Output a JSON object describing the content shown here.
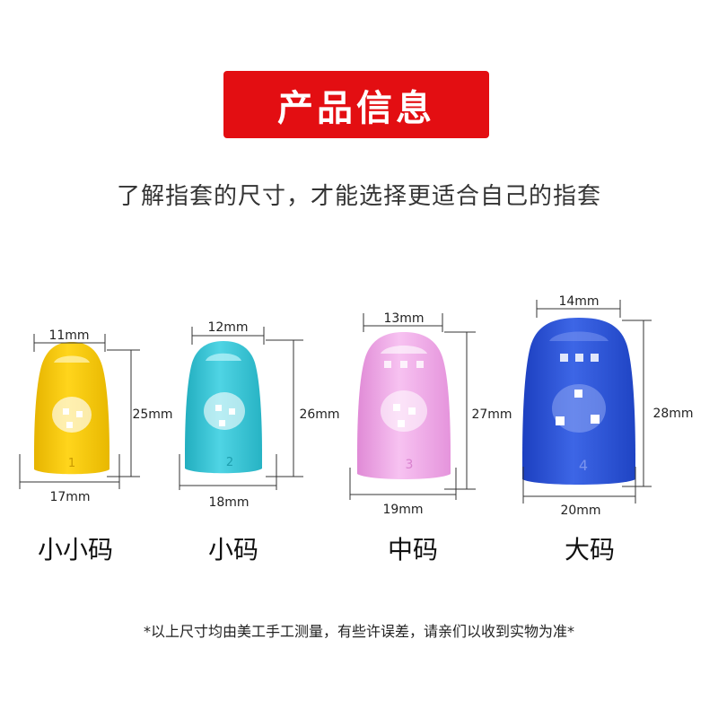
{
  "header": {
    "title": "产品信息",
    "subtitle": "了解指套的尺寸，才能选择更适合自己的指套"
  },
  "colors": {
    "banner": "#e30e12",
    "yellow": "#f6c90e",
    "cyan": "#38c6d8",
    "pink": "#f0a8e8",
    "blue": "#2f57d6"
  },
  "products": [
    {
      "name": "小小码",
      "top_width": "11mm",
      "height": "25mm",
      "bottom_width": "17mm",
      "number": "1"
    },
    {
      "name": "小码",
      "top_width": "12mm",
      "height": "26mm",
      "bottom_width": "18mm",
      "number": "2"
    },
    {
      "name": "中码",
      "top_width": "13mm",
      "height": "27mm",
      "bottom_width": "19mm",
      "number": "3"
    },
    {
      "name": "大码",
      "top_width": "14mm",
      "height": "28mm",
      "bottom_width": "20mm",
      "number": "4"
    }
  ],
  "footer": {
    "note": "*以上尺寸均由美工手工测量，有些许误差，请亲们以收到实物为准*"
  }
}
